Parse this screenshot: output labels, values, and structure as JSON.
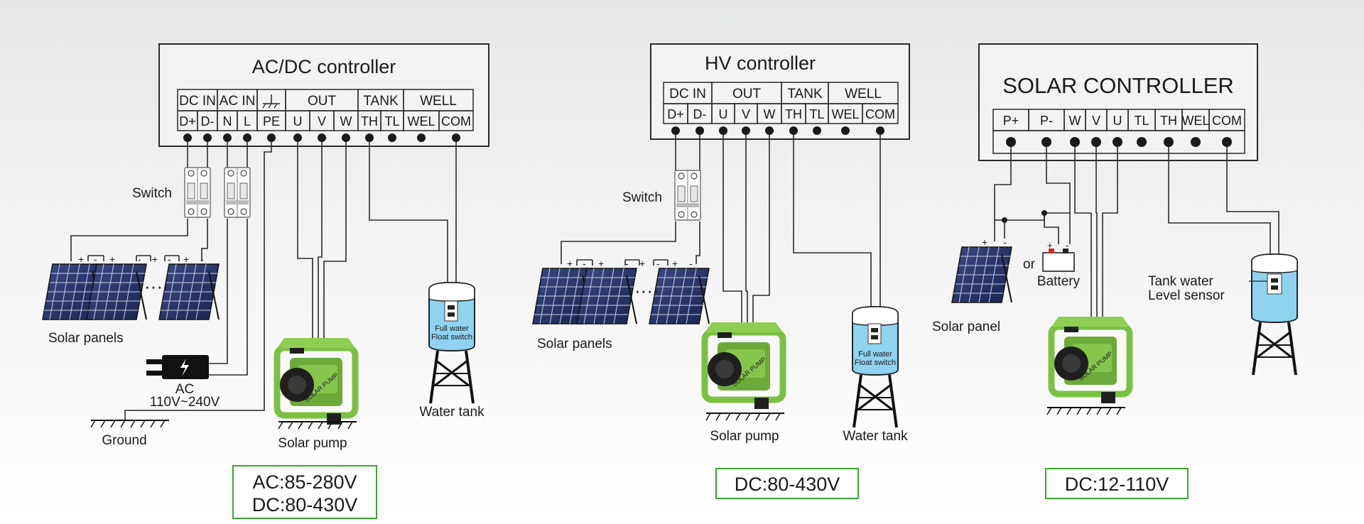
{
  "colors": {
    "background_top": "#e6e7e8",
    "background_bottom": "#ffffff",
    "pump_green": "#7ac143",
    "water_blue": "#8fd3f0",
    "panel_blue": "#24305e",
    "voltage_box_border": "#3aa832"
  },
  "left": {
    "controller_title": "AC/DC controller",
    "headers": [
      "DC IN",
      "AC IN",
      "OUT",
      "TANK",
      "WELL"
    ],
    "terminals": [
      "D+",
      "D-",
      "N",
      "L",
      "PE",
      "U",
      "V",
      "W",
      "TH",
      "TL",
      "WEL",
      "COM"
    ],
    "switch_label": "Switch",
    "panels_label": "Solar panels",
    "ac_label": "AC",
    "ac_range": "110V~240V",
    "ground_label": "Ground",
    "pump_label": "Solar pump",
    "tank_label": "Water tank",
    "float_line1": "Full water",
    "float_line2": "Float switch",
    "voltage_line1": "AC:85-280V",
    "voltage_line2": "DC:80-430V"
  },
  "middle": {
    "controller_title": "HV controller",
    "headers": [
      "DC IN",
      "OUT",
      "TANK",
      "WELL"
    ],
    "terminals": [
      "D+",
      "D-",
      "U",
      "V",
      "W",
      "TH",
      "TL",
      "WEL",
      "COM"
    ],
    "switch_label": "Switch",
    "panels_label": "Solar panels",
    "pump_label": "Solar pump",
    "tank_label": "Water tank",
    "float_line1": "Full water",
    "float_line2": "Float switch",
    "voltage_line1": "DC:80-430V"
  },
  "right": {
    "controller_title": "SOLAR CONTROLLER",
    "terminals": [
      "P+",
      "P-",
      "W",
      "V",
      "U",
      "TL",
      "TH",
      "WEL",
      "COM"
    ],
    "panel_label": "Solar panel",
    "or_label": "or",
    "battery_label": "Battery",
    "sensor_line1": "Tank water",
    "sensor_line2": "Level sensor",
    "voltage_line1": "DC:12-110V"
  },
  "misc": {
    "dots": "····",
    "pump_brand": "SOLAR PUMP",
    "battery_plus": "+",
    "battery_minus": "-",
    "panel_signs": [
      "+",
      "-",
      "+",
      "-",
      "+",
      "-",
      "+",
      "-"
    ]
  }
}
